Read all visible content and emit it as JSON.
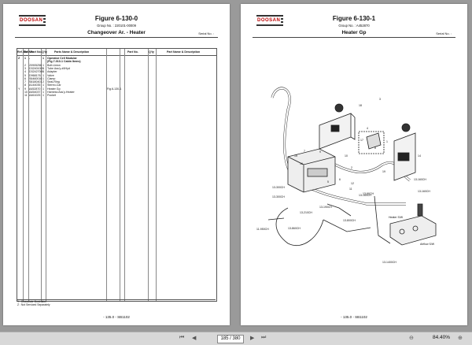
{
  "left_page": {
    "logo": "DOOSAN",
    "figure_title": "Figure 6-130-0",
    "group_no": "Group No. : 220101-00009",
    "subtitle": "Changeover Ar. - Heater",
    "serial_no": "Serial No. :",
    "table": {
      "headers": [
        "Ref. Std.",
        "Ref No.",
        "Part No.",
        "Q'ty",
        "Parts Name & Description",
        "",
        "",
        "Part No.",
        "Q'ty",
        "Part Name & Description"
      ],
      "rows": [
        {
          "sym": "Z",
          "ref": "1",
          "part": "-",
          "qty": "1",
          "desc": "Operator Cell Modular",
          "bold": true
        },
        {
          "sym": "",
          "ref": "",
          "part": "",
          "qty": "",
          "desc": "(Fig.7-010-1 Cabin Items)",
          "bold": true
        },
        {
          "sym": "",
          "ref": "2",
          "part": "20905256",
          "qty": "1",
          "desc": "Bolt-Union",
          "bold": false
        },
        {
          "sym": "",
          "ref": "3",
          "part": "D32401003",
          "qty": "1",
          "desc": "Tube Ass'y-#4Hyd",
          "bold": false
        },
        {
          "sym": "",
          "ref": "4",
          "part": "D32427000",
          "qty": "1",
          "desc": "Adapter",
          "bold": false
        },
        {
          "sym": "",
          "ref": "5",
          "part": "D968176",
          "qty": "1",
          "desc": "Valve",
          "bold": false
        },
        {
          "sym": "",
          "ref": "6",
          "part": "S6460016",
          "qty": "1",
          "desc": "Clamp",
          "bold": false
        },
        {
          "sym": "",
          "ref": "7",
          "part": "S8180401",
          "qty": "2",
          "desc": "Seal-Ring",
          "bold": false
        },
        {
          "sym": "",
          "ref": "8",
          "part": "A144035",
          "qty": "1",
          "desc": "Stereo-Car",
          "bold": false
        },
        {
          "sym": "Y",
          "ref": "9",
          "part": "A452870",
          "qty": "1",
          "desc": "Heater Gp",
          "ref2": "Fig.6-130-1",
          "bold": false
        },
        {
          "sym": "",
          "ref": "10",
          "part": "A454037",
          "qty": "1",
          "desc": "Harness Ass'y-Heater",
          "bold": false
        },
        {
          "sym": "",
          "ref": "11",
          "part": "A461025",
          "qty": "1",
          "desc": "Pocket",
          "bold": false
        }
      ]
    },
    "notes": [
      "Y : Dissociate Illustration",
      "Z : Not Serviced Separately"
    ],
    "footer": "- 135.0 - SB1102"
  },
  "right_page": {
    "logo": "DOOSAN",
    "figure_title": "Figure 6-130-1",
    "group_no": "Group No. : A452870",
    "subtitle": "Heater Gp",
    "serial_no": "Serial No. :",
    "callouts": [
      "18",
      "3",
      "4",
      "9",
      "17",
      "1",
      "8",
      "15",
      "7",
      "10",
      "16",
      "19",
      "14",
      "2",
      "13-160CH",
      "6",
      "12",
      "11",
      "5",
      "13-300CH",
      "13-300CH",
      "13-190CH",
      "13-210CH",
      "11-950CH",
      "13-860CH",
      "13-800CH",
      "13-90CH",
      "13-160CH",
      "13-1400CH",
      "Heater S/W",
      "Airflow S/W",
      "13-160CH"
    ],
    "footer": "- 135.0 - SB1102"
  },
  "toolbar": {
    "page_current": "185 / 380",
    "zoom": "84.40%",
    "icons": [
      "first-page-icon",
      "prev-page-icon",
      "next-page-icon",
      "last-page-icon",
      "zoom-out-icon",
      "zoom-in-icon"
    ]
  }
}
